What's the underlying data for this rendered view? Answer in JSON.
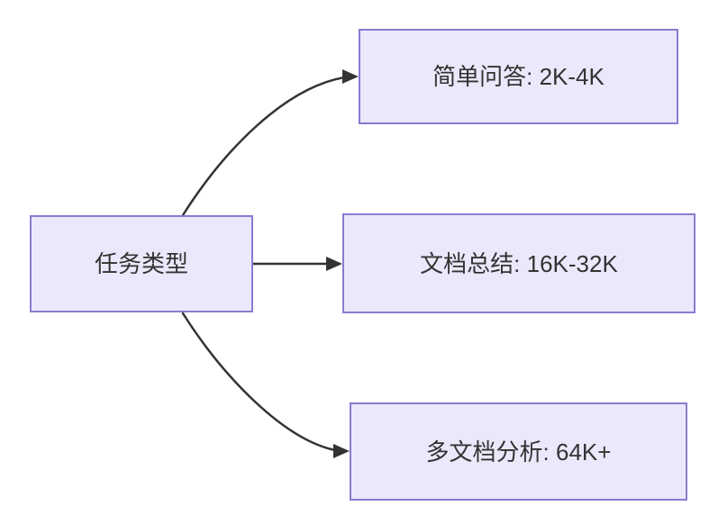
{
  "diagram": {
    "root": {
      "label": "任务类型"
    },
    "branches": [
      {
        "label": "简单问答: 2K-4K"
      },
      {
        "label": "文档总结: 16K-32K"
      },
      {
        "label": "多文档分析: 64K+"
      }
    ]
  },
  "colors": {
    "node_fill": "#EAE9FB",
    "node_border": "#8C7AD0",
    "arrow": "#333333",
    "text": "#333333",
    "background": "#FFFFFF"
  }
}
